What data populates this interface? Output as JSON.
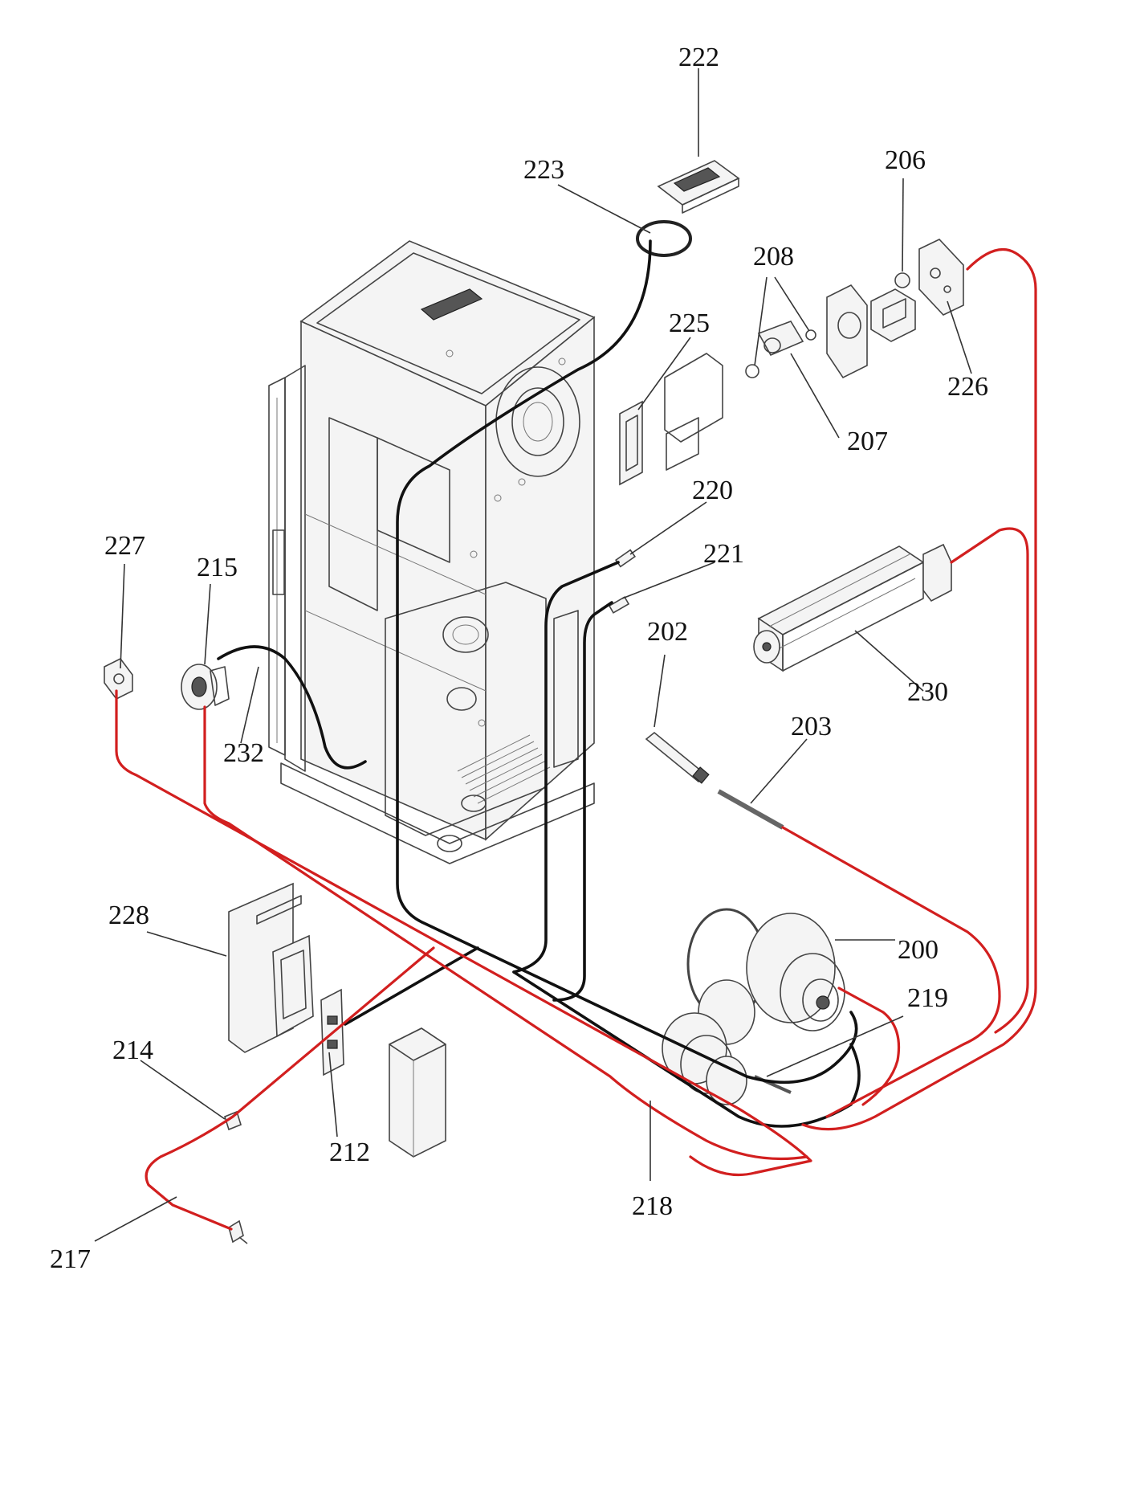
{
  "labels": {
    "p200": "200",
    "p202": "202",
    "p203": "203",
    "p206": "206",
    "p207": "207",
    "p208": "208",
    "p212": "212",
    "p214": "214",
    "p215": "215",
    "p217": "217",
    "p218": "218",
    "p219": "219",
    "p220": "220",
    "p221": "221",
    "p222": "222",
    "p223": "223",
    "p225": "225",
    "p226": "226",
    "p227": "227",
    "p228": "228",
    "p230": "230",
    "p232": "232"
  },
  "colors": {
    "power_wire": "#d21f1f",
    "signal_wire": "#111111",
    "linework": "#444444"
  }
}
